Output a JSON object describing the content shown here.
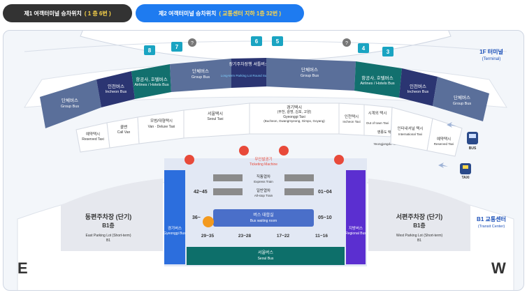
{
  "tabs": [
    {
      "label": "제1 여객터미널 승차위치",
      "highlight": "( 1 층 6번 )",
      "active": false
    },
    {
      "label": "제2 여객터미널 승차위치",
      "highlight": "( 교통센터 지하 1층 32번 )",
      "active": true
    }
  ],
  "gates_top": [
    "8",
    "7",
    "6",
    "5",
    "4",
    "3"
  ],
  "terminal": {
    "ko": "1F 터미널",
    "en": "(Terminal)"
  },
  "transit": {
    "ko": "B1 교통센터",
    "en": "(Transit Center)"
  },
  "zones": {
    "group_left": {
      "ko": "단체버스",
      "en": "Group Bus"
    },
    "incheon_left": {
      "ko": "인천버스",
      "en": "Incheon Bus"
    },
    "airline_left": {
      "ko": "항공사, 호텔버스",
      "en": "Airlines / Hotels Bus"
    },
    "group_mid": {
      "ko": "단체버스",
      "en": "Group Bus"
    },
    "longterm": {
      "ko": "장기주차장행 셔틀버스",
      "en": "Long-term Parking Lot Round Suttle Bus"
    },
    "group_right": {
      "ko": "단체버스",
      "en": "Group Bus"
    },
    "airline_right": {
      "ko": "항공사, 호텔버스",
      "en": "Airlines / Hotels Bus"
    },
    "incheon_right": {
      "ko": "인천버스",
      "en": "Incheon Bus"
    },
    "group_far_right": {
      "ko": "단체버스",
      "en": "Group Bus"
    },
    "reserved_left": {
      "ko": "예약택시",
      "en": "Reserved Taxi"
    },
    "callvan": {
      "ko": "콜밴",
      "en": "Call Van"
    },
    "deluxe": {
      "ko": "모범/대형택시",
      "en": "Van · Deluxe Taxi"
    },
    "seoul_taxi": {
      "ko": "서울택시",
      "en": "Seoul Taxi"
    },
    "gyeonggi_taxi": {
      "ko": "경기택시",
      "en": "(부천, 광명, 김포, 고양)",
      "en2": "Gyeonggi Taxi",
      "en3": "(Bucheon, Gwangmyeong, Gimpo, Goyang)"
    },
    "incheon_taxi": {
      "ko": "인천택시",
      "en": "Incheon Taxi"
    },
    "outoftown": {
      "ko": "시계외 택시",
      "en": "Out of town Taxi"
    },
    "yeongjong": {
      "ko": "영종도 택시",
      "en": "Yeongjongdo Taxi"
    },
    "intl_taxi": {
      "ko": "인터내셔널 택시",
      "en": "International Taxi"
    },
    "reserved_right": {
      "ko": "예약택시",
      "en": "Reserved Taxi"
    }
  },
  "bus_icon_label": "BUS",
  "taxi_icon_label": "TAXI",
  "ticketing": {
    "ko": "무인발권기",
    "en": "Ticketing Machine"
  },
  "express_train": {
    "ko": "직통열차",
    "en": "Express Train"
  },
  "allstop_train": {
    "ko": "일반열차",
    "en": "All-stop Train"
  },
  "waiting": {
    "ko": "버스 대합실",
    "en": "Bus waiting room"
  },
  "seoul_bus": {
    "ko": "서울버스",
    "en": "Seoul Bus"
  },
  "gyeonggi_bus": {
    "ko": "경기버스",
    "en": "Gyeonggi Bus"
  },
  "regional_bus": {
    "ko": "지방버스",
    "en": "Regional Bus"
  },
  "stops": {
    "left_top": "42~45",
    "right_top": "01~04",
    "left_mid": "36~",
    "right_mid": "05~10",
    "b1": "29~35",
    "b2": "23~28",
    "b3": "17~22",
    "b4": "11~16"
  },
  "east_parking": {
    "ko": "동편주차장 (단기)",
    "floor": "B1층",
    "en": "East Parking Lot (Short-term)",
    "en2": "B1"
  },
  "west_parking": {
    "ko": "서편주차장 (단기)",
    "floor": "B1층",
    "en": "West Parking Lot (Short-term)",
    "en2": "B1"
  },
  "east_letter": "E",
  "west_letter": "W",
  "colors": {
    "group_bus": "#5a6f9a",
    "incheon_bus": "#2b3572",
    "airline_bus": "#12706e",
    "gate": "#1aa4c2",
    "accent_blue": "#2a66d8",
    "bus_lane": "#2c6edd",
    "regional": "#5b2fd0",
    "seoul_bus": "#0d6f6a"
  }
}
